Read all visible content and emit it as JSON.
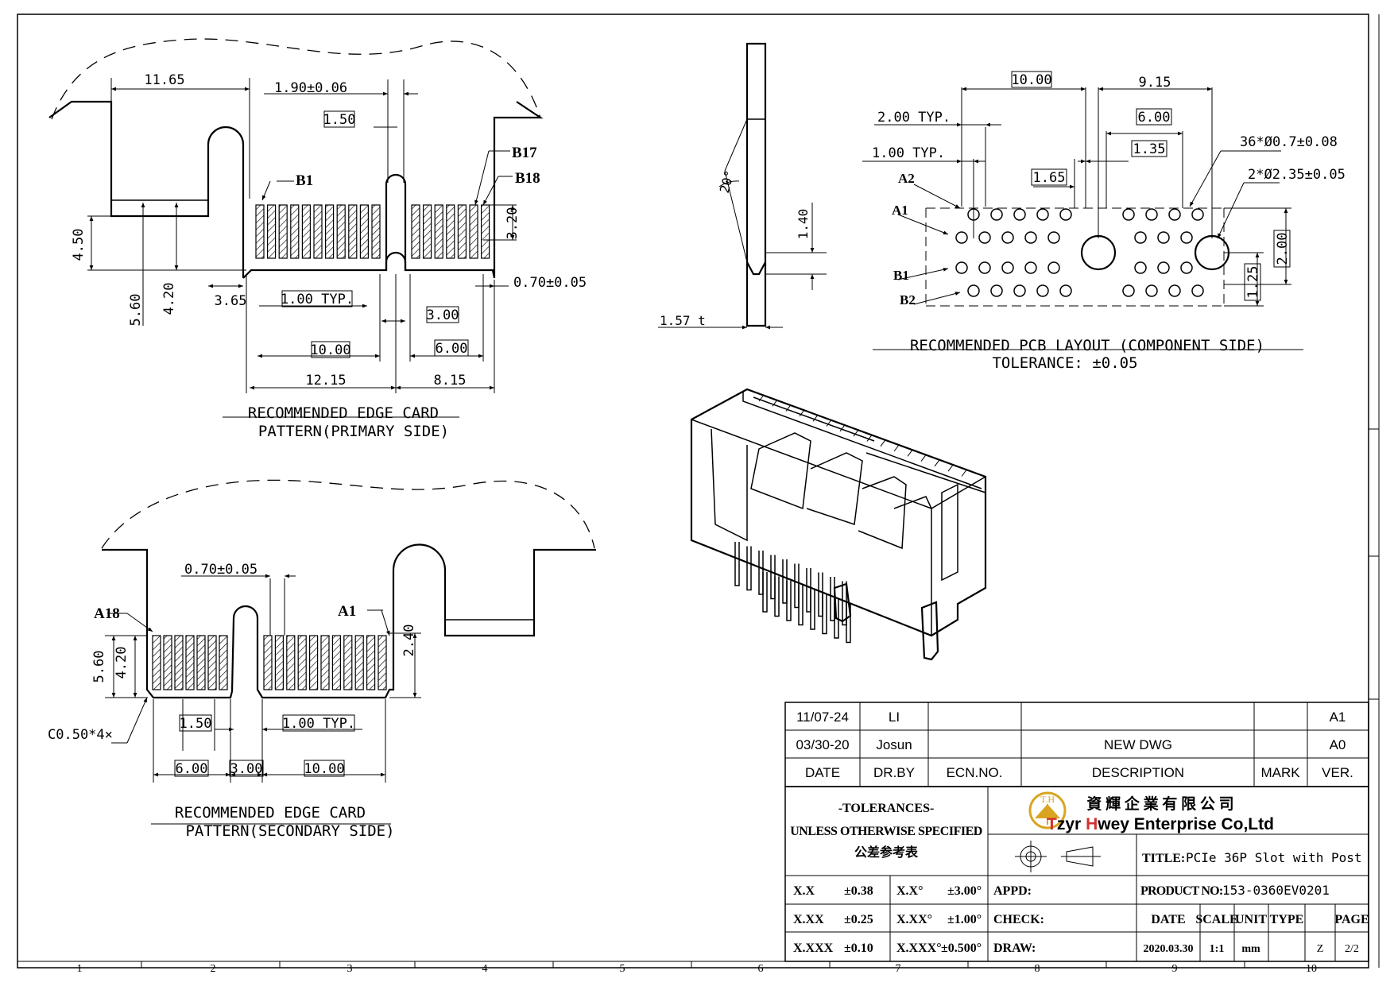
{
  "frame": {
    "zone_numbers": [
      "1",
      "2",
      "3",
      "4",
      "5",
      "6",
      "7",
      "8",
      "9",
      "10"
    ]
  },
  "primary_view": {
    "dims": {
      "d1": "11.65",
      "d2": "1.90±0.06",
      "d3": "1.50",
      "d4": "4.50",
      "d5": "5.60",
      "d6": "4.20",
      "d7": "3.65",
      "d8": "1.00 TYP.",
      "d9": "10.00",
      "d10": "12.15",
      "d11": "3.00",
      "d12": "6.00",
      "d13": "8.15",
      "d14": "0.70±0.05",
      "d15": "3.20"
    },
    "pins": {
      "b1": "B1",
      "b17": "B17",
      "b18": "B18"
    },
    "caption_line1": "RECOMMENDED EDGE CARD",
    "caption_line2": "PATTERN(PRIMARY SIDE)"
  },
  "secondary_view": {
    "dims": {
      "d1": "0.70±0.05",
      "d2": "2.40",
      "d3": "5.60",
      "d4": "4.20",
      "d5": "C0.50*4×",
      "d6": "1.50",
      "d7": "1.00 TYP.",
      "d8": "6.00",
      "d9": "3.00",
      "d10": "10.00"
    },
    "pins": {
      "a18": "A18",
      "a1": "A1"
    },
    "caption_line1": "RECOMMENDED EDGE CARD",
    "caption_line2": "PATTERN(SECONDARY SIDE)"
  },
  "side_view": {
    "dims": {
      "angle": "20°",
      "h": "1.40",
      "t": "1.57 t"
    }
  },
  "pcb_layout": {
    "dims": {
      "d1": "10.00",
      "d2": "9.15",
      "d3": "2.00 TYP.",
      "d4": "6.00",
      "d5": "1.00 TYP.",
      "d6": "1.35",
      "d7": "36*Ø0.7±0.08",
      "d8": "2*Ø2.35±0.05",
      "d9": "1.65",
      "d10": "2.00",
      "d11": "1.25"
    },
    "pins": {
      "a1": "A1",
      "a2": "A2",
      "b1": "B1",
      "b2": "B2"
    },
    "caption_line1": "RECOMMENDED PCB LAYOUT (COMPONENT SIDE)",
    "caption_line2": "TOLERANCE: ±0.05"
  },
  "revisions": [
    {
      "date": "11/07-24",
      "by": "LI",
      "ecn": "",
      "desc": "",
      "mark": "",
      "ver": "A1"
    },
    {
      "date": "03/30-20",
      "by": "Josun",
      "ecn": "",
      "desc": "NEW DWG",
      "mark": "",
      "ver": "A0"
    }
  ],
  "revision_headers": {
    "date": "DATE",
    "by": "DR.BY",
    "ecn": "ECN.NO.",
    "desc": "DESCRIPTION",
    "mark": "MARK",
    "ver": "VER."
  },
  "tolerances": {
    "title": "-TOLERANCES-",
    "subtitle": "UNLESS OTHERWISE SPECIFIED",
    "chinese": "公差参考表",
    "rows": [
      {
        "a": "X.X",
        "av": "±0.38",
        "b": "X.X°",
        "bv": "±3.00°"
      },
      {
        "a": "X.XX",
        "av": "±0.25",
        "b": "X.XX°",
        "bv": "±1.00°"
      },
      {
        "a": "X.XXX",
        "av": "±0.10",
        "b": "X.XXX°",
        "bv": "±0.500°"
      }
    ]
  },
  "company": {
    "logo_text": "T.H",
    "name_cn": "資 輝 企 業 有 限 公 司",
    "name_en_t": "T",
    "name_en_1": "zyr ",
    "name_en_h": "H",
    "name_en_2": "wey Enterprise Co,Ltd"
  },
  "title_block": {
    "title_label": "TITLE:",
    "title_value": "PCIe 36P Slot with Post",
    "product_label": "PRODUCT NO:",
    "product_value": "153-0360EV0201",
    "appd": "APPD:",
    "check": "CHECK:",
    "draw": "DRAW:",
    "headers": {
      "date": "DATE",
      "scale": "SCALE",
      "unit": "UNIT",
      "type": "TYPE",
      "page": "PAGE"
    },
    "values": {
      "date": "2020.03.30",
      "scale": "1:1",
      "unit": "mm",
      "type": "Z",
      "page": "2/2"
    }
  },
  "colors": {
    "logo_gold": "#d9a521",
    "brand_red": "#d32f2f",
    "line": "#000000"
  }
}
